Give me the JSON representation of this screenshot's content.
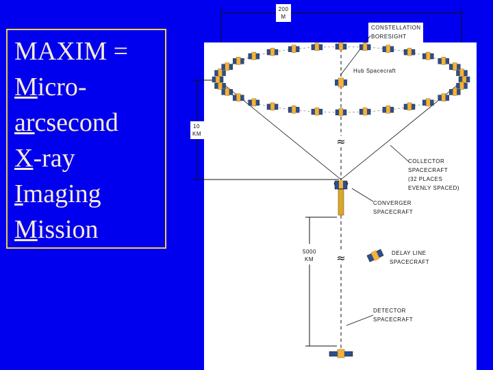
{
  "title": {
    "lines": [
      {
        "underlined": "",
        "rest": "MAXIM ="
      },
      {
        "underlined": "M",
        "rest": "icro-"
      },
      {
        "underlined": "ar",
        "rest": "csecond"
      },
      {
        "underlined": "X",
        "rest": "-ray"
      },
      {
        "underlined": "I",
        "rest": "maging"
      },
      {
        "underlined": "M",
        "rest": "ission"
      }
    ]
  },
  "diagram": {
    "dim_top": [
      "200",
      "M"
    ],
    "boresight": [
      "CONSTELLATION",
      "BORESIGHT"
    ],
    "hub": "Hub Spacecraft",
    "dim_left": [
      "10",
      "KM"
    ],
    "collector": [
      "COLLECTOR",
      "SPACECRAFT",
      "(32 PLACES",
      "EVENLY SPACED)"
    ],
    "converger": [
      "CONVERGER",
      "SPACECRAFT"
    ],
    "dim_mid": [
      "5000",
      "KM"
    ],
    "delay_line": [
      "DELAY LINE",
      "SPACECRAFT"
    ],
    "detector": [
      "DETECTOR",
      "SPACECRAFT"
    ],
    "break_symbol": "≈",
    "collector_count": 32
  }
}
